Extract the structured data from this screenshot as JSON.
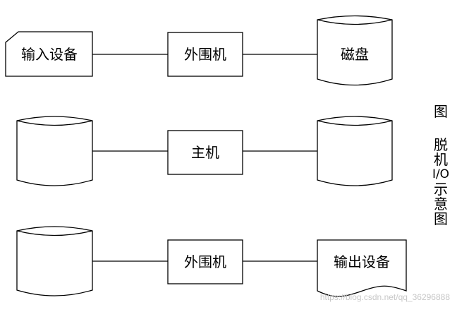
{
  "diagram": {
    "row1": {
      "left": "输入设备",
      "center": "外围机",
      "right": "磁盘"
    },
    "row2": {
      "left": "",
      "center": "主机",
      "right": ""
    },
    "row3": {
      "left": "",
      "center": "外围机",
      "right": "输出设备"
    }
  },
  "caption": {
    "part1": "图",
    "part2": [
      "脱",
      "机",
      "I/O",
      "示",
      "意",
      "图"
    ]
  },
  "watermark": "https://blog.csdn.net/qq_36296888"
}
